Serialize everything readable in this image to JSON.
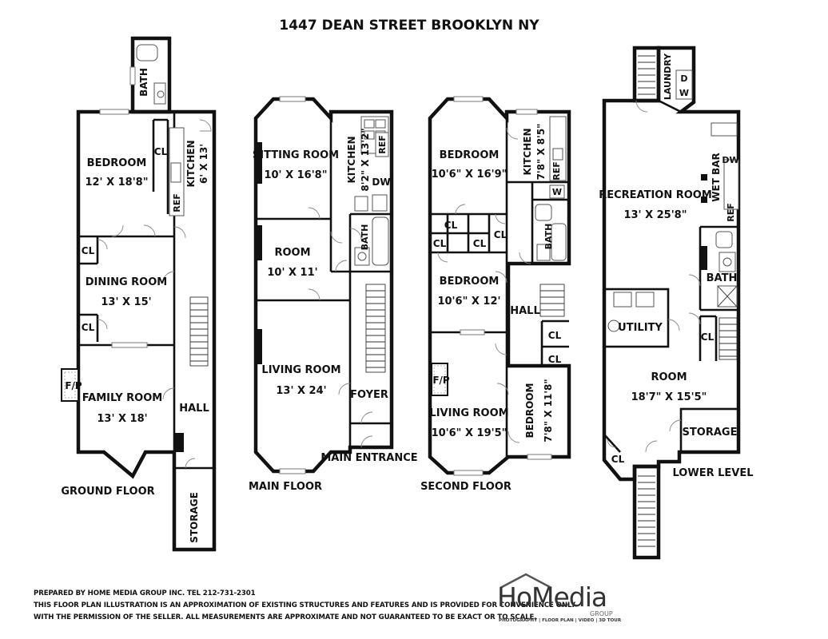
{
  "title": "1447 DEAN STREET BROOKLYN NY",
  "floors": [
    {
      "name": "GROUND FLOOR",
      "rooms": [
        {
          "name": "BATH"
        },
        {
          "name": "BEDROOM",
          "size": "12' X 18'8\""
        },
        {
          "name": "CL"
        },
        {
          "name": "KITCHEN",
          "size": "6' X 13'"
        },
        {
          "name": "REF"
        },
        {
          "name": "CL"
        },
        {
          "name": "DINING ROOM",
          "size": "13' X 15'"
        },
        {
          "name": "CL"
        },
        {
          "name": "F/P"
        },
        {
          "name": "FAMILY ROOM",
          "size": "13' X 18'"
        },
        {
          "name": "HALL"
        },
        {
          "name": "STORAGE"
        }
      ]
    },
    {
      "name": "MAIN FLOOR",
      "rooms": [
        {
          "name": "SITTING ROOM",
          "size": "10' X 16'8\""
        },
        {
          "name": "KITCHEN",
          "size": "8'2\" X 13'2\""
        },
        {
          "name": "REF"
        },
        {
          "name": "DW"
        },
        {
          "name": "BATH"
        },
        {
          "name": "ROOM",
          "size": "10' X 11'"
        },
        {
          "name": "LIVING ROOM",
          "size": "13' X 24'"
        },
        {
          "name": "FOYER"
        },
        {
          "name": "MAIN ENTRANCE"
        }
      ]
    },
    {
      "name": "SECOND FLOOR",
      "rooms": [
        {
          "name": "BEDROOM",
          "size": "10'6\" X 16'9\""
        },
        {
          "name": "KITCHEN",
          "size": "7'8\" X 8'5\""
        },
        {
          "name": "REF"
        },
        {
          "name": "W"
        },
        {
          "name": "CL"
        },
        {
          "name": "CL"
        },
        {
          "name": "CL"
        },
        {
          "name": "CL"
        },
        {
          "name": "BATH"
        },
        {
          "name": "BEDROOM",
          "size": "10'6\" X 12'"
        },
        {
          "name": "HALL"
        },
        {
          "name": "CL"
        },
        {
          "name": "CL"
        },
        {
          "name": "F/P"
        },
        {
          "name": "LIVING ROOM",
          "size": "10'6\" X 19'5\""
        },
        {
          "name": "BEDROOM",
          "size": "7'8\" X 11'8\""
        }
      ]
    },
    {
      "name": "LOWER LEVEL",
      "rooms": [
        {
          "name": "LAUNDRY"
        },
        {
          "name": "D"
        },
        {
          "name": "W"
        },
        {
          "name": "RECREATION ROOM",
          "size": "13' X 25'8\""
        },
        {
          "name": "WET BAR"
        },
        {
          "name": "DW"
        },
        {
          "name": "REF"
        },
        {
          "name": "BATH"
        },
        {
          "name": "UTILITY"
        },
        {
          "name": "CL"
        },
        {
          "name": "ROOM",
          "size": "18'7\" X 15'5\""
        },
        {
          "name": "STORAGE"
        },
        {
          "name": "CL"
        }
      ]
    }
  ],
  "footer": {
    "line1": "PREPARED BY  HOME MEDIA GROUP INC.  TEL 212-731-2301",
    "line2": "THIS FLOOR PLAN ILLUSTRATION IS AN APPROXIMATION OF EXISTING STRUCTURES AND FEATURES AND IS PROVIDED FOR CONVENIENCE ONLY",
    "line3": "WITH THE PERMISSION OF THE SELLER. ALL MEASUREMENTS ARE APPROXIMATE AND NOT GUARANTEED TO BE EXACT OR TO SCALE."
  },
  "logo": {
    "wordmark": "HoMedia",
    "group": "GROUP",
    "tagline": "PHOTOGRAPHY  |  FLOOR PLAN  |  VIDEO  |  3D TOUR"
  }
}
